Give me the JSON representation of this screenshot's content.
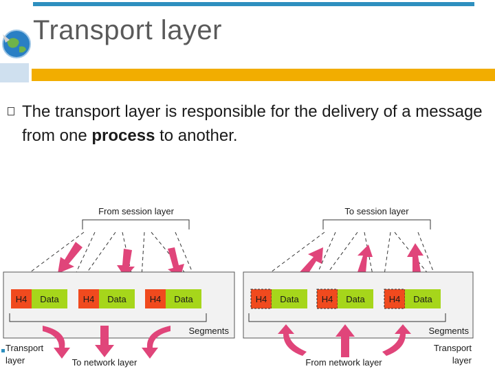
{
  "slide": {
    "title": "Transport layer",
    "bullet_text_1": "The transport layer is responsible for the delivery of a message from one ",
    "bullet_bold": "process",
    "bullet_text_2": " to another."
  },
  "diagram": {
    "left": {
      "top_label": "From session layer",
      "segments_label": "Segments",
      "bottom_label": "To network layer",
      "corner_label_line1": "Transport",
      "corner_label_line2": "layer",
      "cells": [
        {
          "header": "H4",
          "data": "Data"
        },
        {
          "header": "H4",
          "data": "Data"
        },
        {
          "header": "H4",
          "data": "Data"
        }
      ]
    },
    "right": {
      "top_label": "To session layer",
      "segments_label": "Segments",
      "bottom_label": "From network layer",
      "corner_label_line1": "Transport",
      "corner_label_line2": "layer",
      "cells": [
        {
          "header": "H4",
          "data": "Data"
        },
        {
          "header": "H4",
          "data": "Data"
        },
        {
          "header": "H4",
          "data": "Data"
        }
      ]
    },
    "colors": {
      "header": "#f04a1e",
      "data": "#a6d61b",
      "arrow": "#e0457a",
      "box_bg": "#f2f2f2"
    }
  }
}
